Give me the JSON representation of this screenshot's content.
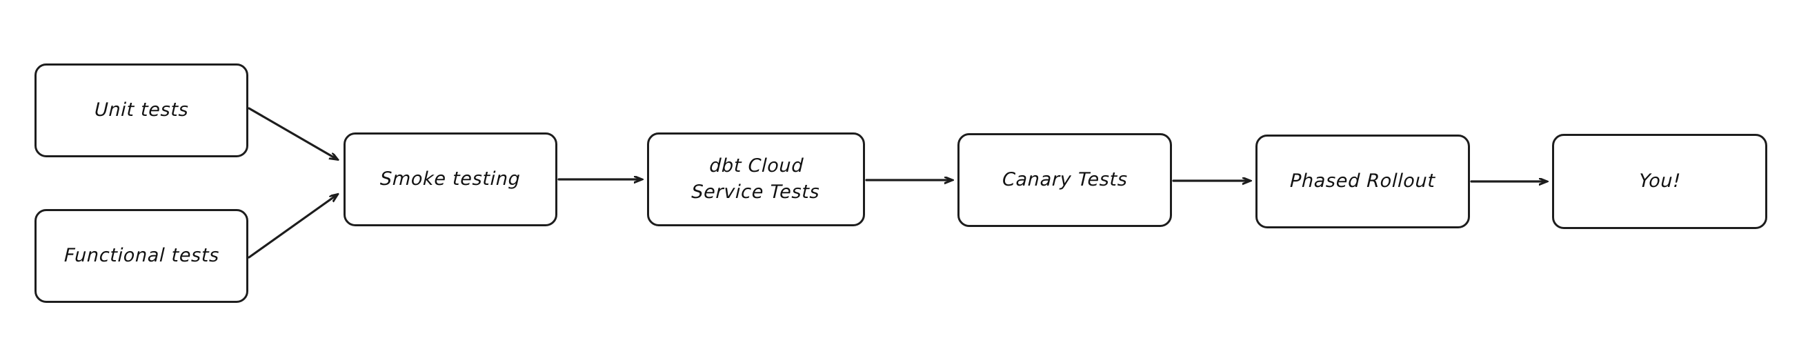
{
  "diagram": {
    "title": "Testing and release pipeline flowchart",
    "background_color": "#ffffff",
    "stroke_color": "#1d1d1d",
    "nodes": [
      {
        "id": "unit-tests",
        "label": "Unit tests"
      },
      {
        "id": "functional-tests",
        "label": "Functional tests"
      },
      {
        "id": "smoke-testing",
        "label": "Smoke testing"
      },
      {
        "id": "dbt-cloud-service-tests",
        "label": "dbt Cloud\nService Tests"
      },
      {
        "id": "canary-tests",
        "label": "Canary Tests"
      },
      {
        "id": "phased-rollout",
        "label": "Phased Rollout"
      },
      {
        "id": "you",
        "label": "You!"
      }
    ],
    "edges": [
      {
        "id": "edge-unit-to-smoke",
        "from": "unit-tests",
        "to": "smoke-testing",
        "style": "arrow"
      },
      {
        "id": "edge-functional-to-smoke",
        "from": "functional-tests",
        "to": "smoke-testing",
        "style": "arrow"
      },
      {
        "id": "edge-smoke-to-dbt",
        "from": "smoke-testing",
        "to": "dbt-cloud-service-tests",
        "style": "arrow"
      },
      {
        "id": "edge-dbt-to-canary",
        "from": "dbt-cloud-service-tests",
        "to": "canary-tests",
        "style": "arrow"
      },
      {
        "id": "edge-canary-to-phased",
        "from": "canary-tests",
        "to": "phased-rollout",
        "style": "arrow"
      },
      {
        "id": "edge-phased-to-you",
        "from": "phased-rollout",
        "to": "you",
        "style": "arrow"
      }
    ]
  }
}
